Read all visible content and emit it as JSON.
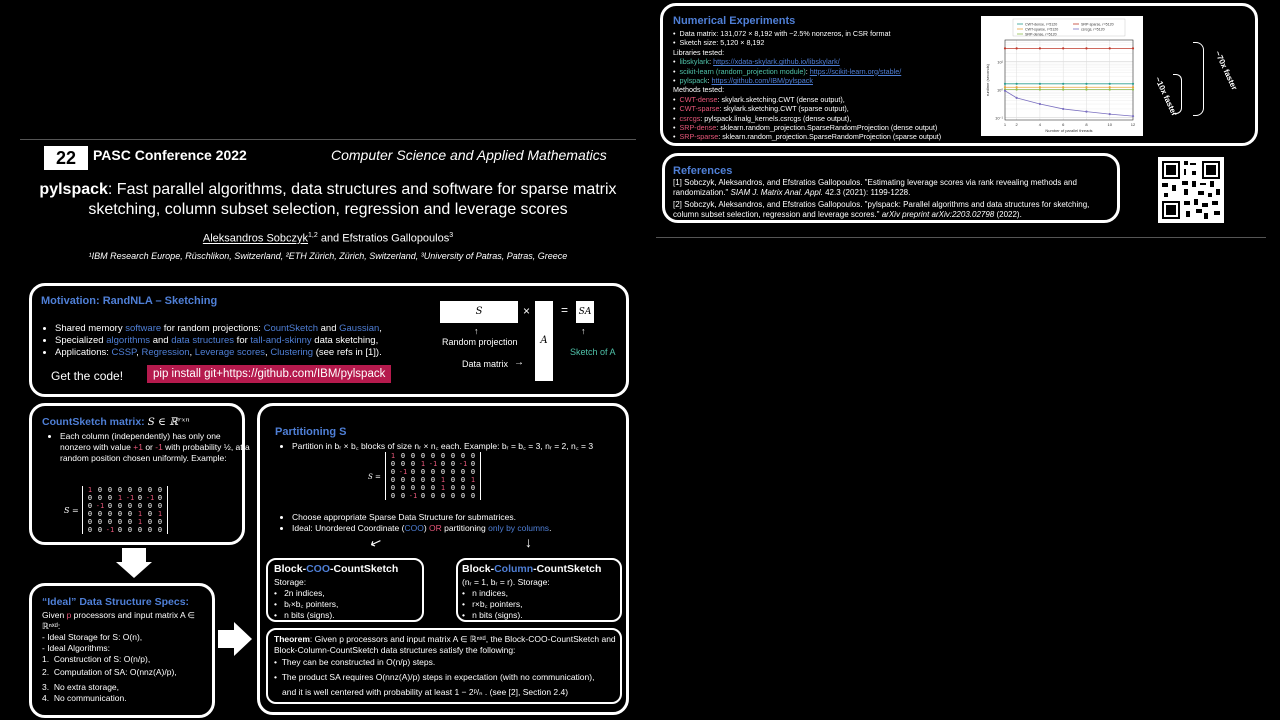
{
  "header": {
    "logo_text": "22",
    "conference": "PASC Conference 2022",
    "track": "Computer Science and Applied Mathematics",
    "title_bold": "pylspack",
    "title_rest": ": Fast parallel algorithms, data structures and software for sparse matrix sketching, column subset selection, regression and leverage scores",
    "author1": "Aleksandros Sobczyk",
    "author1_sup": "1,2",
    "author_join": " and Efstratios Gallopoulos",
    "author2_sup": "3",
    "affiliations": "¹IBM Research Europe, Rüschlikon, Switzerland,  ²ETH Zürich, Zürich, Switzerland,  ³University of Patras, Patras, Greece"
  },
  "motivation": {
    "title": "Motivation: RandNLA – Sketching",
    "b1_pre": "Shared memory ",
    "b1_w1": "software",
    "b1_mid": " for random projections: ",
    "b1_w2": "CountSketch",
    "b1_and": " and ",
    "b1_w3": "Gaussian",
    "b1_end": ",",
    "b2_pre": "Specialized ",
    "b2_w1": "algorithms",
    "b2_and": " and ",
    "b2_w2": "data structures",
    "b2_mid": " for ",
    "b2_w3": "tall-and-skinny",
    "b2_end": " data sketching,",
    "b3_pre": "Applications: ",
    "b3_w1": "CSSP",
    "b3_w2": "Regression",
    "b3_w3": "Leverage scores",
    "b3_w4": "Clustering",
    "b3_end": " (see refs in [1]).",
    "get_code": "Get the code!",
    "pip": "pip install git+https://github.com/IBM/pylspack",
    "diag_S": "S",
    "diag_times": "×",
    "diag_A": "A",
    "diag_eq": "=",
    "diag_SA": "SA",
    "random_projection": "Random projection",
    "data_matrix": "Data matrix",
    "sketch_of": "Sketch of A"
  },
  "countsketch": {
    "title": "CountSketch matrix: ",
    "title_math": "S ∈ ℝʳˣⁿ",
    "desc_pre": "Each column (independently) has only one nonzero with value ",
    "plus1": "+1",
    "or": " or ",
    "minus1": "-1",
    "desc_post": " with probability ½, at a random position chosen uniformly. Example:",
    "S_label": "S =",
    "rows": [
      [
        "1",
        "0",
        "0",
        "0",
        "0",
        "0",
        "0",
        "0"
      ],
      [
        "0",
        "0",
        "0",
        "1",
        "-1",
        "0",
        "-1",
        "0"
      ],
      [
        "0",
        "-1",
        "0",
        "0",
        "0",
        "0",
        "0",
        "0"
      ],
      [
        "0",
        "0",
        "0",
        "0",
        "0",
        "1",
        "0",
        "1"
      ],
      [
        "0",
        "0",
        "0",
        "0",
        "0",
        "1",
        "0",
        "0"
      ],
      [
        "0",
        "0",
        "-1",
        "0",
        "0",
        "0",
        "0",
        "0"
      ]
    ]
  },
  "ideal": {
    "title": "“Ideal” Data Structure Specs:",
    "given_pre": "Given ",
    "given_p": "p",
    "given_post": " processors and input matrix A ∈ ℝⁿˣᵈ:",
    "storage": "- Ideal Storage for S: O(n),",
    "algos": "- Ideal Algorithms:",
    "i1": "Construction of S: O(n/p),",
    "i2": "Computation of SA: O(nnz(A)/p),",
    "i3": "No extra storage,",
    "i4": "No communication."
  },
  "partitioning": {
    "title": "Partitioning S",
    "b1": "Partition in bᵣ × b꜀ blocks of size nᵣ × n꜀ each. Example: bᵣ = b꜀ = 3, nᵣ = 2, n꜀ = 3",
    "S_label": "S =",
    "rows": [
      [
        "1",
        "0",
        "0",
        "0",
        "0",
        "0",
        "0",
        "0",
        "0"
      ],
      [
        "0",
        "0",
        "0",
        "1",
        "-1",
        "0",
        "0",
        "-1",
        "0"
      ],
      [
        "0",
        "-1",
        "0",
        "0",
        "0",
        "0",
        "0",
        "0",
        "0"
      ],
      [
        "0",
        "0",
        "0",
        "0",
        "0",
        "1",
        "0",
        "0",
        "1"
      ],
      [
        "0",
        "0",
        "0",
        "0",
        "0",
        "1",
        "0",
        "0",
        "0"
      ],
      [
        "0",
        "0",
        "-1",
        "0",
        "0",
        "0",
        "0",
        "0",
        "0"
      ]
    ],
    "b2": "Choose appropriate Sparse Data Structure for submatrices.",
    "b3_pre": "Ideal: Unordered Coordinate (",
    "b3_coo": "COO",
    "b3_mid": ") ",
    "b3_or": "OR",
    "b3_mid2": " partitioning ",
    "b3_cols": "only by columns",
    "b3_end": "."
  },
  "coo": {
    "title_pre": "Block-",
    "title_mid": "COO",
    "title_post": "-CountSketch",
    "storage": "Storage:",
    "l1": "2n indices,",
    "l2": "bᵣ×b꜀ pointers,",
    "l3": "n bits (signs)."
  },
  "colcs": {
    "title_pre": "Block-",
    "title_mid": "Column",
    "title_post": "-CountSketch",
    "params": "(nᵣ = 1, bᵣ = r). Storage:",
    "l1": "n indices,",
    "l2": "r×b꜀ pointers,",
    "l3": "n bits (signs)."
  },
  "theorem": {
    "title": "Theorem",
    "text": ": Given p processors and input matrix A ∈ ℝⁿˣᵈ, the Block-COO-CountSketch and Block-Column-CountSketch data structures satisfy the following:",
    "b1": "They can be constructed in O(n/p) steps.",
    "b2": "The product SA requires O(nnz(A)/p) steps in expectation (with no communication),",
    "b3": "and it is well centered with probability at least 1 − 2ᵖ/ₙ . (see [2], Section 2.4)"
  },
  "numexp": {
    "title": "Numerical Experiments",
    "l1": "Data matrix:  131,072 × 8,192  with ~2.5%  nonzeros, in CSR format",
    "l2": "Sketch size: 5,120 × 8,192",
    "libs": "Libraries tested:",
    "lib1_name": "libskylark",
    "lib1_url": "https://xdata-skylark.github.io/libskylark/",
    "lib2_name": "scikit-learn (random_projection module)",
    "lib2_url": "https://scikit-learn.org/stable/",
    "lib3_name": "pylspack",
    "lib3_url": "https://github.com/IBM/pylspack",
    "methods": "Methods tested:",
    "m1_name": "CWT-dense",
    "m1_desc": "skylark.sketching.CWT (dense output),",
    "m2_name": "CWT-sparse",
    "m2_desc": "skylark.sketching.CWT (sparse output),",
    "m3_name": "csrcgs",
    "m3_desc": "pylspack.linalg_kernels.csrcgs (dense output),",
    "m4_name": "SRP-dense",
    "m4_desc": "sklearn.random_projection.SparseRandomProjection (dense output)",
    "m5_name": "SRP-sparse",
    "m5_desc": "sklearn.random_projection.SparseRandomProjection (sparse output)",
    "faster1": "~70x faster",
    "faster2": "~10x faster"
  },
  "chart_data": {
    "type": "line",
    "xlabel": "Number of parallel threads",
    "ylabel": "runtime (seconds)",
    "yscale": "log",
    "x": [
      1,
      2,
      4,
      6,
      8,
      10,
      12
    ],
    "series": [
      {
        "name": "CWT-dense, r=5120",
        "color": "#2a9d8f",
        "values": [
          1.6,
          1.6,
          1.6,
          1.6,
          1.6,
          1.6,
          1.6
        ]
      },
      {
        "name": "CWT-sparse, r=5120",
        "color": "#e9a23b",
        "values": [
          1.2,
          1.2,
          1.2,
          1.2,
          1.2,
          1.2,
          1.2
        ]
      },
      {
        "name": "SRP-dense, r=5120",
        "color": "#8fbf4f",
        "values": [
          1.0,
          1.0,
          1.0,
          1.0,
          1.0,
          1.0,
          1.0
        ]
      },
      {
        "name": "SRP-sparse, r=5120",
        "color": "#c0392b",
        "values": [
          30,
          30,
          30,
          30,
          30,
          30,
          30
        ]
      },
      {
        "name": "csrcgs, r=5120",
        "color": "#7a6fc0",
        "values": [
          0.9,
          0.5,
          0.3,
          0.2,
          0.16,
          0.13,
          0.11
        ]
      }
    ],
    "yticks": [
      "10¹",
      "10⁰",
      "10⁻¹"
    ],
    "xticks": [
      "1",
      "2",
      "4",
      "6",
      "8",
      "10",
      "12"
    ],
    "legend": "top",
    "grid": true
  },
  "references": {
    "title": "References",
    "r1_pre": "[1] Sobczyk, Aleksandros, and Efstratios Gallopoulos. \"Estimating leverage scores via rank revealing methods and randomization.\" ",
    "r1_journal": "SIAM J. Matrix Anal. Appl.",
    "r1_post": " 42.3 (2021): 1199-1228.",
    "r2_pre": "[2] Sobczyk, Aleksandros, and Efstratios Gallopoulos. \"pylspack: Parallel algorithms and data structures for sketching, column subset selection, regression and leverage scores.\" ",
    "r2_journal": "arXiv preprint arXiv:2203.02798",
    "r2_post": " (2022)."
  }
}
